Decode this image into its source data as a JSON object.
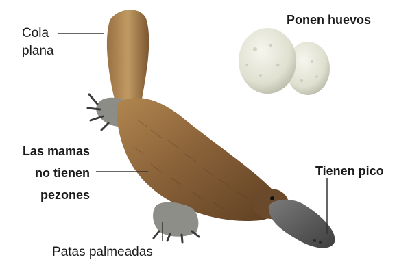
{
  "labels": {
    "tail": "Cola\nplana",
    "eggs": "Ponen huevos",
    "mammals": "Las mamas\nno tienen\npezones",
    "bill": "Tienen pico",
    "feet": "Patas palmeadas"
  },
  "colors": {
    "fur_dark": "#5e3f22",
    "fur_mid": "#8a6239",
    "fur_light": "#b0864f",
    "bill": "#5d5d5d",
    "egg": "#e8e9dc",
    "leader_line": "#333333",
    "text": "#1a1a1a"
  }
}
